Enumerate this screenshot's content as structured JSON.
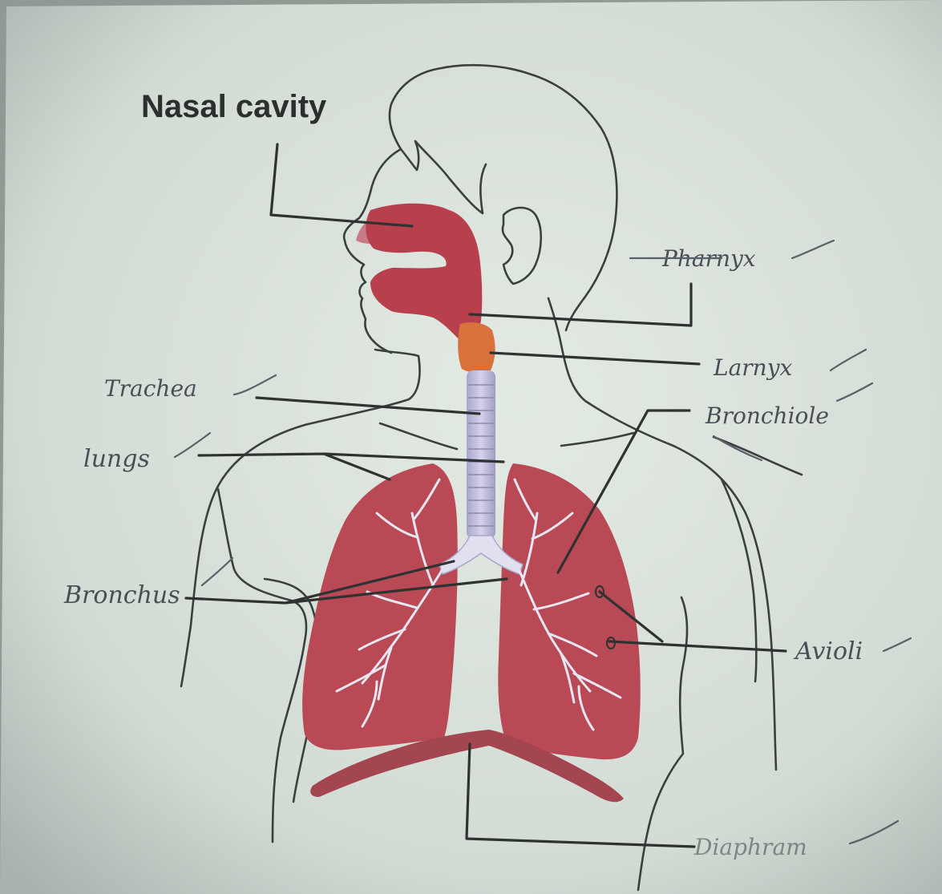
{
  "labels": {
    "nasal_cavity": "Nasal cavity",
    "pharynx": "Pharnyx",
    "larynx": "Larnyx",
    "trachea": "Trachea",
    "bronchiole": "Bronchiole",
    "lungs": "lungs",
    "bronchus": "Bronchus",
    "alveoli": "Avioli",
    "diaphragm": "Diaphram"
  },
  "colors": {
    "paper": "#dfe6e0",
    "tissue": "#b8404c",
    "lung": "#b94a55",
    "trachea": "#b9b6d8",
    "larynx": "#d9713c",
    "diaphragm_band": "#a34650",
    "ink": "#2e3231",
    "pencil": "#4a4f55"
  }
}
